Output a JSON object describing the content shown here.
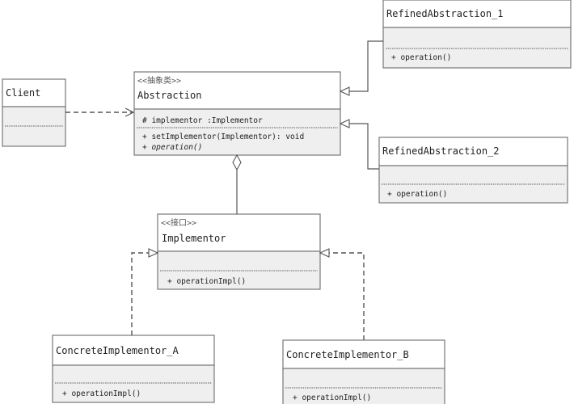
{
  "classes": {
    "client": {
      "name": "Client"
    },
    "abstraction": {
      "stereotype": "<<抽象类>>",
      "name": "Abstraction",
      "attribute": "# implementor :Implementor",
      "methods": [
        "+ setImplementor(Implementor): void",
        "+ operation()"
      ]
    },
    "refined1": {
      "name": "RefinedAbstraction_1",
      "methods": [
        "+ operation()"
      ]
    },
    "refined2": {
      "name": "RefinedAbstraction_2",
      "methods": [
        "+ operation()"
      ]
    },
    "implementor": {
      "stereotype": "<<接口>>",
      "name": "Implementor",
      "methods": [
        "+ operationImpl()"
      ]
    },
    "concreteA": {
      "name": "ConcreteImplementor_A",
      "methods": [
        "+ operationImpl()"
      ]
    },
    "concreteB": {
      "name": "ConcreteImplementor_B",
      "methods": [
        "+ operationImpl()"
      ]
    }
  }
}
